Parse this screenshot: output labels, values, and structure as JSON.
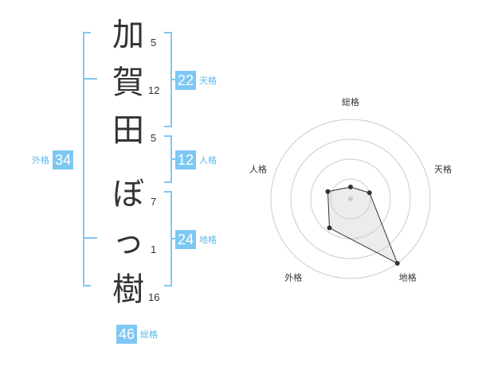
{
  "name": {
    "characters": [
      {
        "char": "加",
        "strokes": "5"
      },
      {
        "char": "賀",
        "strokes": "12"
      },
      {
        "char": "田",
        "strokes": "5"
      },
      {
        "char": "ぼ",
        "strokes": "7"
      },
      {
        "char": "っ",
        "strokes": "1"
      },
      {
        "char": "樹",
        "strokes": "16"
      }
    ]
  },
  "fortune": {
    "tenkaku": {
      "value": "22",
      "label": "天格"
    },
    "jinkaku": {
      "value": "12",
      "label": "人格"
    },
    "chikaku": {
      "value": "24",
      "label": "地格"
    },
    "gaikaku": {
      "value": "34",
      "label": "外格"
    },
    "soukaku": {
      "value": "46",
      "label": "総格"
    }
  },
  "colors": {
    "accent": "#7dc8f2",
    "accent_text": "#5ab8ec",
    "bracket": "#80c8f0",
    "text": "#333333"
  },
  "chart_data": {
    "type": "radar",
    "axes": [
      "総格",
      "天格",
      "地格",
      "外格",
      "人格"
    ],
    "values": [
      0.15,
      0.25,
      1.0,
      0.45,
      0.3
    ],
    "rings": 4,
    "grid": true
  }
}
